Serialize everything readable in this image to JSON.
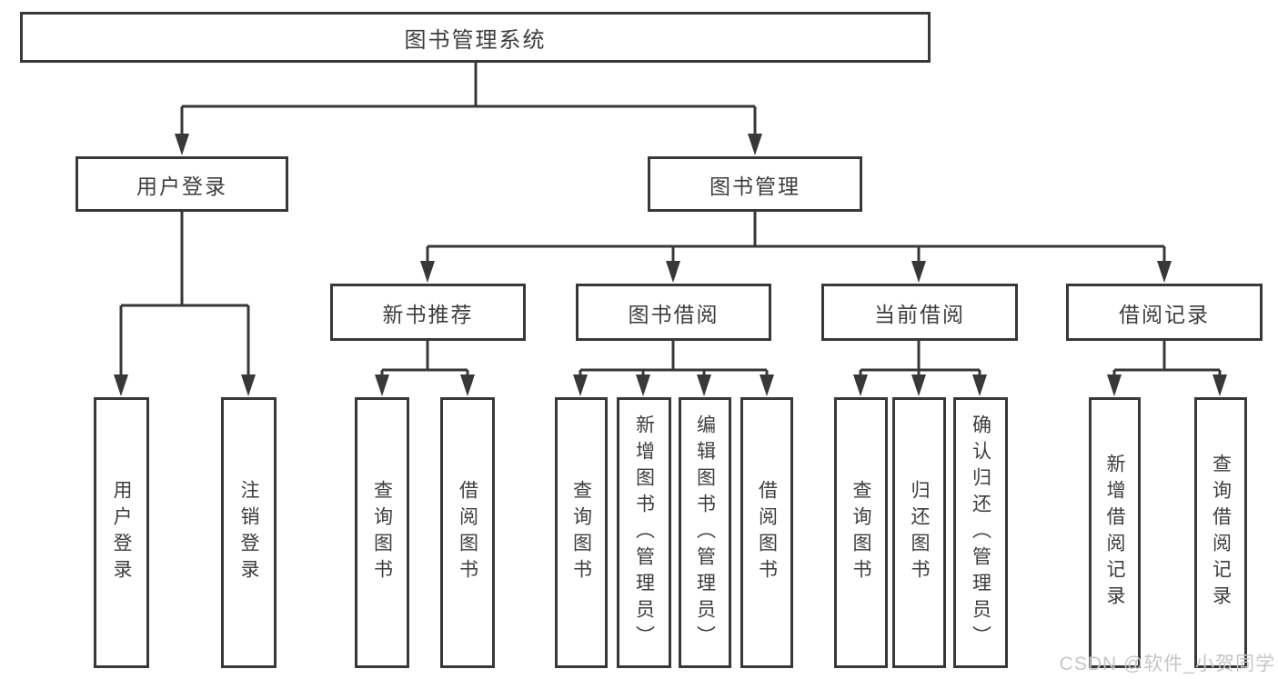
{
  "diagram": {
    "root_label": "图书管理系统",
    "level2": [
      {
        "label": "用户登录"
      },
      {
        "label": "图书管理"
      }
    ],
    "level3": [
      {
        "label": "新书推荐"
      },
      {
        "label": "图书借阅"
      },
      {
        "label": "当前借阅"
      },
      {
        "label": "借阅记录"
      }
    ],
    "leaves": {
      "user_login": [
        "用户登录",
        "注销登录"
      ],
      "new_book": [
        "查询图书",
        "借阅图书"
      ],
      "book_borrow": [
        "查询图书",
        "新增图书（管理员）",
        "编辑图书（管理员）",
        "借阅图书"
      ],
      "current_borrow": [
        "查询图书",
        "归还图书",
        "确认归还（管理员）"
      ],
      "borrow_record": [
        "新增借阅记录",
        "查询借阅记录"
      ]
    },
    "watermark": "CSDN @软件_小贺同学",
    "colors": {
      "line": "#383838",
      "text": "#3d3d3d",
      "watermark": "#c6c6c6",
      "background": "#ffffff"
    }
  }
}
